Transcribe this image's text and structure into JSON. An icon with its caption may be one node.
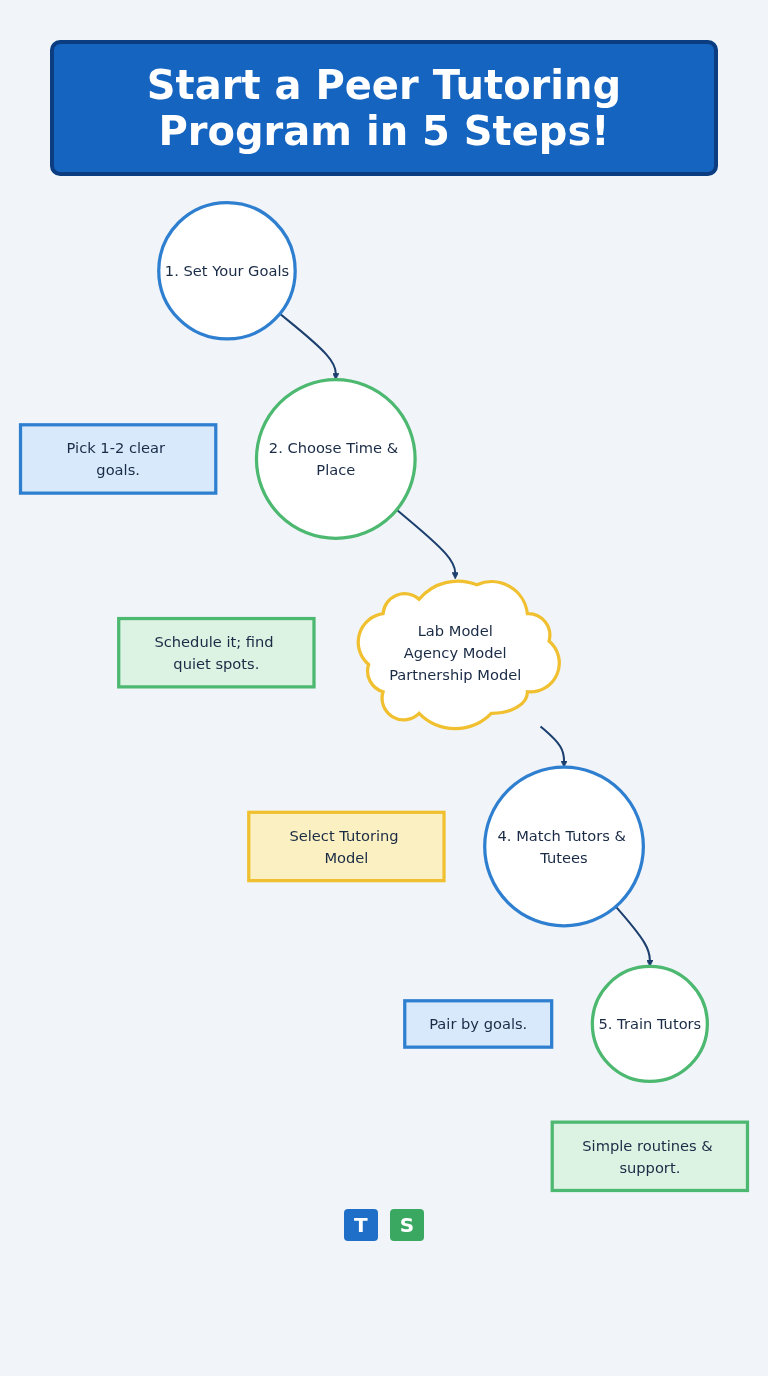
{
  "diagram": {
    "title": "Start a Peer Tutoring Program in 5 Steps!",
    "nodes": [
      {
        "text": [
          "1. Set Your Goals"
        ]
      },
      {
        "text": [
          "Pick 1-2 clear goals."
        ]
      },
      {
        "text": [
          "2. Choose Time & Place"
        ]
      },
      {
        "text": [
          "Schedule it; find quiet spots."
        ]
      },
      {
        "text": [
          "Lab Model",
          "Agency Model",
          "Partnership Model"
        ]
      },
      {
        "text": [
          "Select Tutoring Model"
        ]
      },
      {
        "text": [
          "4. Match Tutors & Tutees"
        ]
      },
      {
        "text": [
          "Pair by goals."
        ]
      },
      {
        "text": [
          "5. Train Tutors"
        ]
      },
      {
        "text": [
          "Simple routines & support."
        ]
      }
    ],
    "edges": [
      {
        "from": 0,
        "to": 2,
        "arrow": "to"
      },
      {
        "from": 2,
        "to": 4,
        "arrow": "to"
      },
      {
        "from": 4,
        "to": 6,
        "arrow": "to"
      },
      {
        "from": 6,
        "to": 8,
        "arrow": "to"
      }
    ],
    "labels": [
      "T",
      "S"
    ]
  }
}
